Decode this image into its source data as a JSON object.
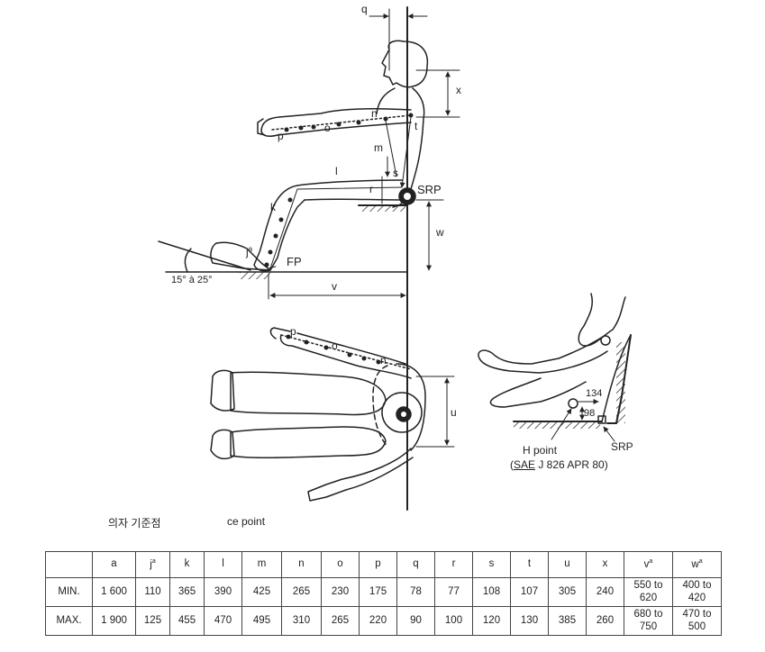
{
  "figure": {
    "dimension_labels": {
      "q": "q",
      "x": "x",
      "n_side": "n",
      "t": "t",
      "o_side": "o",
      "p_side": "p",
      "m": "m",
      "s": "s",
      "l": "l",
      "r": "r",
      "srp": "SRP",
      "k": "k",
      "w": "w",
      "j": "j",
      "j_sup": "a",
      "fp": "FP",
      "angle": "15° à 25°",
      "v": "v",
      "p_top": "p",
      "o_top": "o",
      "n_top": "n",
      "u": "u"
    },
    "inset": {
      "dim_134": "134",
      "dim_98": "98",
      "h_point": "H point",
      "srp": "SRP",
      "sae_prefix": "SAE",
      "sae_rest": " J 826 APR 80)",
      "sae_open": "("
    }
  },
  "captions": {
    "korean": "의자 기준점",
    "english_fragment": "ce point"
  },
  "table": {
    "headers": [
      "",
      "a",
      "j",
      "k",
      "l",
      "m",
      "n",
      "o",
      "p",
      "q",
      "r",
      "s",
      "t",
      "u",
      "x",
      "v",
      "w"
    ],
    "superscripts": {
      "j": "a",
      "v": "a",
      "w": "a"
    },
    "rows": [
      {
        "label": "MIN.",
        "cells": [
          "1 600",
          "110",
          "365",
          "390",
          "425",
          "265",
          "230",
          "175",
          "78",
          "77",
          "108",
          "107",
          "305",
          "240",
          "550 to 620",
          "400 to 420"
        ]
      },
      {
        "label": "MAX.",
        "cells": [
          "1 900",
          "125",
          "455",
          "470",
          "495",
          "310",
          "265",
          "220",
          "90",
          "100",
          "120",
          "130",
          "385",
          "260",
          "680 to 750",
          "470 to 500"
        ]
      }
    ]
  }
}
